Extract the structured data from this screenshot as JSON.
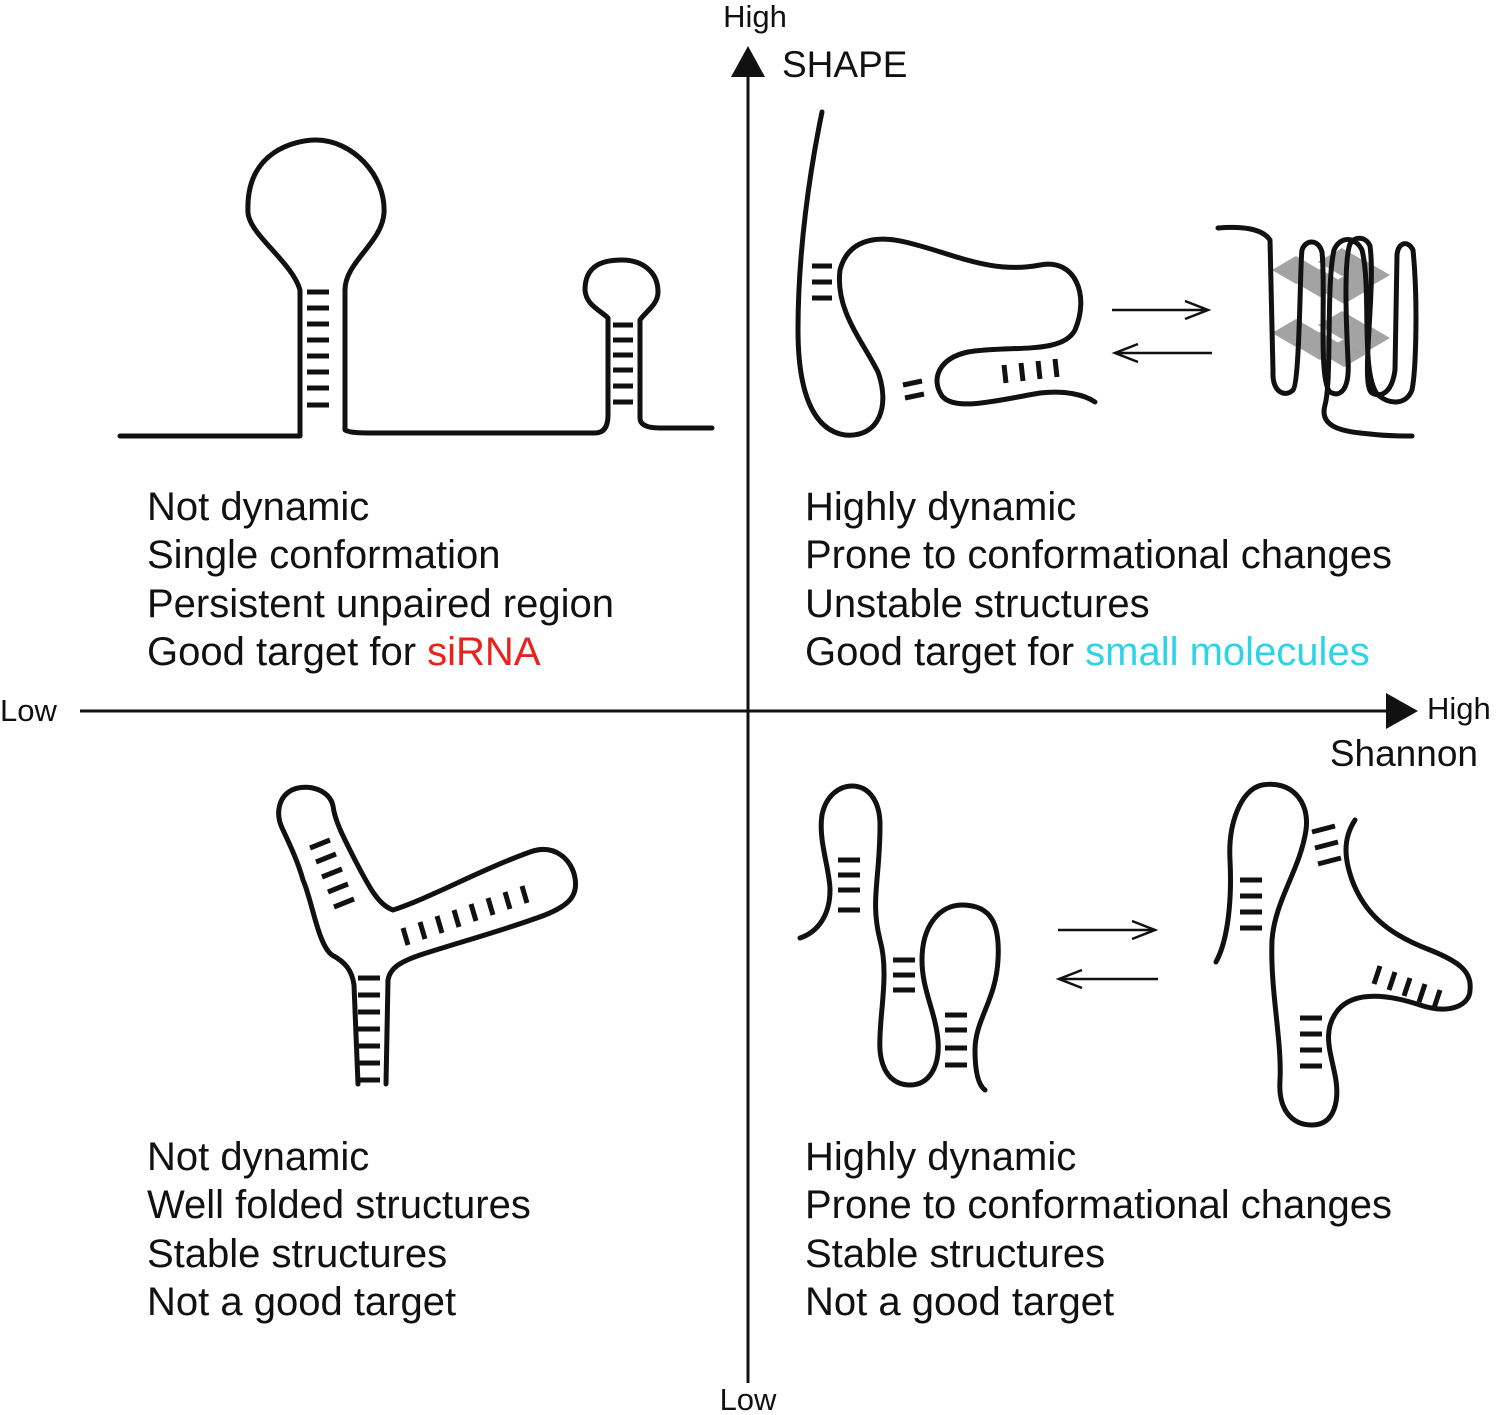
{
  "axes": {
    "y_title": "SHAPE",
    "y_high": "High",
    "y_low": "Low",
    "x_title": "Shannon",
    "x_high": "High",
    "x_low": "Low"
  },
  "quadrants": {
    "top_left": {
      "lines": [
        "Not dynamic",
        "Single conformation",
        "Persistent unpaired region"
      ],
      "target_prefix": "Good target for ",
      "target_highlight": "siRNA",
      "highlight_color": "#e8231c"
    },
    "top_right": {
      "lines": [
        "Highly dynamic",
        "Prone to conformational changes",
        "Unstable structures"
      ],
      "target_prefix": "Good target for ",
      "target_highlight": "small molecules",
      "highlight_color": "#2fd3e6"
    },
    "bottom_left": {
      "lines": [
        "Not dynamic",
        "Well folded structures",
        "Stable structures",
        "Not a good target"
      ]
    },
    "bottom_right": {
      "lines": [
        "Highly dynamic",
        "Prone to conformational changes",
        "Stable structures",
        "Not a good target"
      ]
    }
  },
  "icons": {
    "rna_hairpins": "hairpin-rna-icon",
    "dynamic_rna": "dynamic-rna-icon",
    "g_quadruplex": "g-quadruplex-icon",
    "three_way_junction": "three-way-junction-icon",
    "equilibrium_arrows": "equilibrium-arrows-icon"
  }
}
